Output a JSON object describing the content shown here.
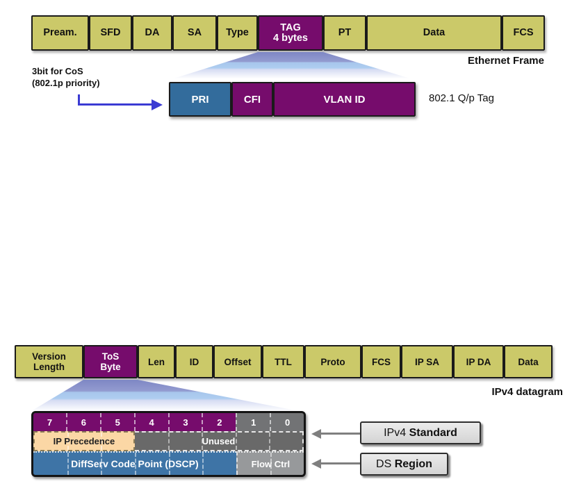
{
  "colors": {
    "field_olive": "#CBC969",
    "field_purple": "#760C6C",
    "pri_blue": "#336C9C",
    "dscp_blue": "#3E74A6",
    "unused_gray": "#696969",
    "flow_ctrl_gray": "#97999B",
    "precedence_peach": "#FBD7A5",
    "arrow_blue": "#3B3BD3",
    "arrow_gray": "#7F7F7F",
    "callout_gray": "#DCDCDC"
  },
  "ethernet_frame": {
    "caption": "Ethernet Frame",
    "cells": [
      {
        "label": "Pream."
      },
      {
        "label": "SFD"
      },
      {
        "label": "DA"
      },
      {
        "label": "SA"
      },
      {
        "label": "Type"
      },
      {
        "line1": "TAG",
        "line2": "4 bytes"
      },
      {
        "label": "PT"
      },
      {
        "label": "Data"
      },
      {
        "label": "FCS"
      }
    ]
  },
  "tag_detail": {
    "caption": "802.1 Q/p Tag",
    "note_line1": "3bit for CoS",
    "note_line2": "(802.1p priority)",
    "cells": [
      {
        "label": "PRI"
      },
      {
        "label": "CFI"
      },
      {
        "label": "VLAN ID"
      }
    ]
  },
  "ipv4_frame": {
    "caption": "IPv4 datagram",
    "cells": [
      {
        "line1": "Version",
        "line2": "Length"
      },
      {
        "line1": "ToS",
        "line2": "Byte"
      },
      {
        "label": "Len"
      },
      {
        "label": "ID"
      },
      {
        "label": "Offset"
      },
      {
        "label": "TTL"
      },
      {
        "label": "Proto"
      },
      {
        "label": "FCS"
      },
      {
        "label": "IP SA"
      },
      {
        "label": "IP DA"
      },
      {
        "label": "Data"
      }
    ]
  },
  "tos_detail": {
    "bits": [
      "7",
      "6",
      "5",
      "4",
      "3",
      "2",
      "1",
      "0"
    ],
    "ip_precedence": "IP Precedence",
    "unused": "Unused",
    "dscp": "DiffServ Code Point (DSCP)",
    "flow_ctrl": "Flow Ctrl",
    "callouts": [
      {
        "light": "IPv4 ",
        "bold": "Standard"
      },
      {
        "light": "DS ",
        "bold": "Region"
      }
    ]
  }
}
